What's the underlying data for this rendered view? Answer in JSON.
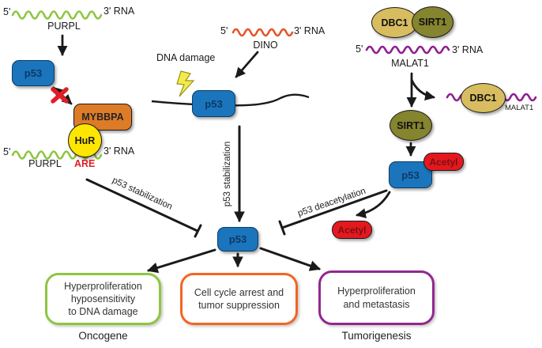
{
  "colors": {
    "p53_fill": "#1b75bc",
    "p53_border": "#0c3c64",
    "p53_text": "#0d3a66",
    "mybbpa_fill": "#de7b27",
    "hur_fill": "#ffe600",
    "dbc1_fill": "#d7bd5f",
    "sirt1_fill": "#85842f",
    "acetyl_fill": "#e3191f",
    "acetyl_text": "#7e0e12",
    "purpl_rna": "#8dc63f",
    "dino_rna": "#e65426",
    "malat1_rna": "#911f91",
    "are_text": "#e21d25",
    "cross": "#e21d25",
    "outcome_green": "#8dc63f",
    "outcome_orange": "#f26522",
    "outcome_purple": "#92278f",
    "bolt_fill": "#f2ea4e",
    "bolt_stroke": "#9a9410"
  },
  "purpl": {
    "top_rna": {
      "five": "5'",
      "three": "3' RNA",
      "name": "PURPL"
    },
    "p53": "p53",
    "mybbpa": "MYBBPA",
    "hur": "HuR",
    "bottom_rna": {
      "five": "5'",
      "three": "3' RNA",
      "name": "PURPL",
      "are": "ARE"
    },
    "edge_label": "p53 stabilization"
  },
  "dino": {
    "rna": {
      "five": "5'",
      "three": "3' RNA",
      "name": "DINO"
    },
    "dna_damage": "DNA damage",
    "p53": "p53",
    "edge_label": "p53 stabilization"
  },
  "malat1": {
    "dbc1": "DBC1",
    "sirt1": "SIRT1",
    "rna": {
      "five": "5'",
      "three": "3' RNA",
      "name": "MALAT1"
    },
    "released_dbc1": "DBC1",
    "released_rna_label": "MALAT1",
    "free_sirt1": "SIRT1",
    "p53": "p53",
    "acetyl_on": "Acetyl",
    "acetyl_off": "Acetyl",
    "edge_label": "p53 deacetylation"
  },
  "center_p53": "p53",
  "outcomes": [
    {
      "lines": [
        "Hyperproliferation",
        "hyposensitivity",
        "to DNA damage"
      ],
      "caption": "Oncogene"
    },
    {
      "lines": [
        "Cell cycle arrest and",
        "tumor suppression"
      ],
      "caption": ""
    },
    {
      "lines": [
        "Hyperproliferation",
        "and metastasis"
      ],
      "caption": "Tumorigenesis"
    }
  ]
}
